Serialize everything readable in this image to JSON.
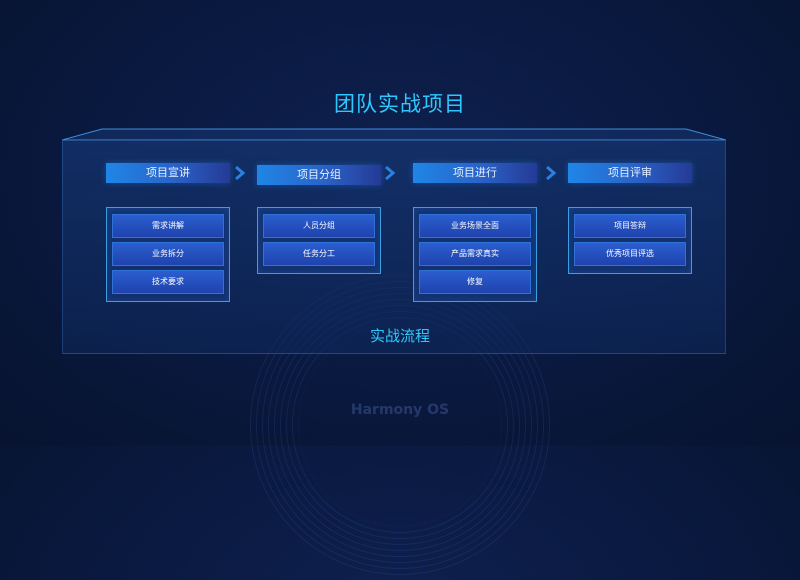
{
  "title": "团队实战项目",
  "flow_label": "实战流程",
  "logo_text": "Harmony OS",
  "stages": [
    {
      "header": "项目宣讲",
      "items": [
        "需求讲解",
        "业务拆分",
        "技术要求"
      ]
    },
    {
      "header": "项目分组",
      "items": [
        "人员分组",
        "任务分工"
      ]
    },
    {
      "header": "项目进行",
      "items": [
        "业务场景全面",
        "产品需求真实",
        "修复"
      ]
    },
    {
      "header": "项目评审",
      "items": [
        "项目答辩",
        "优秀项目评选"
      ]
    }
  ],
  "colors": {
    "accent": "#2ec8ff",
    "background": "#0a1a42",
    "item": "#2447b4",
    "box_border": "#3a9ee0"
  }
}
